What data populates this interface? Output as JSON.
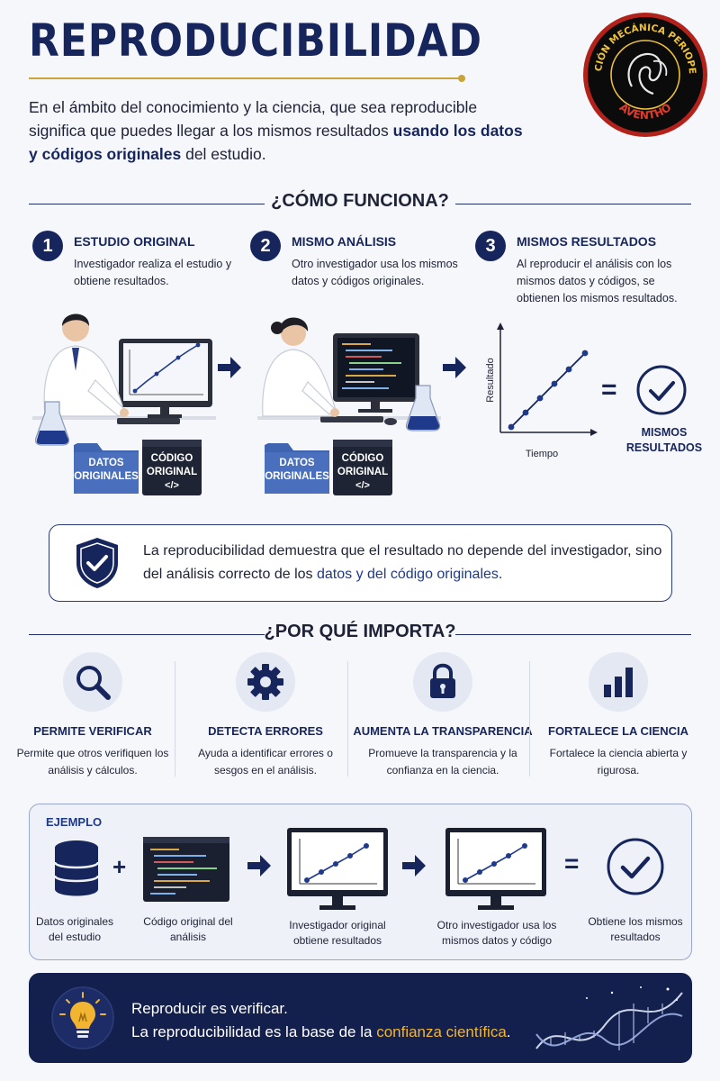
{
  "header": {
    "title": "REPRODUCIBILIDAD",
    "intro_part1": "En el ámbito del conocimiento y la ciencia, que sea reproducible significa que puedes llegar a los mismos resultados ",
    "intro_bold": "usando los datos y códigos originales",
    "intro_part2": " del estudio.",
    "logo_text_top": "VERIFICACIÓN MECÁNICA PERIOPERATORIA",
    "logo_text_bottom": "AVENTHO"
  },
  "how": {
    "heading": "¿CÓMO FUNCIONA?",
    "steps": [
      {
        "num": "1",
        "title": "ESTUDIO ORIGINAL",
        "desc": "Investigador realiza el estudio y obtiene resultados."
      },
      {
        "num": "2",
        "title": "MISMO ANÁLISIS",
        "desc": "Otro investigador usa los mismos datos y códigos originales."
      },
      {
        "num": "3",
        "title": "MISMOS RESULTADOS",
        "desc": "Al reproducir el análisis con los mismos datos y códigos, se obtienen los mismos resultados."
      }
    ],
    "folder1": "DATOS ORIGINALES",
    "code1": "CÓDIGO ORIGINAL",
    "folder2": "DATOS ORIGINALES",
    "code2": "CÓDIGO ORIGINAL",
    "code_symbol": "</>",
    "graph_ylabel": "Resultado",
    "graph_xlabel": "Tiempo",
    "equals": "=",
    "same_results": "MISMOS RESULTADOS"
  },
  "callout": {
    "text_part1": "La reproducibilidad demuestra que el resultado no depende del investigador, sino del análisis correcto de los ",
    "text_highlight": "datos y del código originales",
    "text_part2": "."
  },
  "why": {
    "heading": "¿POR QUÉ IMPORTA?",
    "items": [
      {
        "icon": "magnifier-icon",
        "title": "PERMITE VERIFICAR",
        "desc": "Permite que otros verifiquen los análisis y cálculos."
      },
      {
        "icon": "gear-icon",
        "title": "DETECTA ERRORES",
        "desc": "Ayuda a identificar errores o sesgos en el análisis."
      },
      {
        "icon": "lock-icon",
        "title": "AUMENTA LA TRANSPARENCIA",
        "desc": "Promueve la transparencia y la confianza en la ciencia."
      },
      {
        "icon": "bar-chart-icon",
        "title": "FORTALECE LA CIENCIA",
        "desc": "Fortalece la ciencia abierta y rigurosa."
      }
    ]
  },
  "example": {
    "label": "EJEMPLO",
    "plus": "+",
    "equals": "=",
    "captions": [
      "Datos originales del estudio",
      "Código original del análisis",
      "Investigador original obtiene resultados",
      "Otro investigador usa los mismos datos y código",
      "Obtiene los mismos resultados"
    ]
  },
  "footer": {
    "line1": "Reproducir es verificar.",
    "line2_part1": "La reproducibilidad es la base de la ",
    "line2_highlight": "confianza científica",
    "line2_part2": "."
  },
  "colors": {
    "navy": "#16255c",
    "accent_blue": "#1f3a8a",
    "gold": "#c9a43a",
    "footer_bg": "#13204d",
    "highlight_gold": "#f2b531"
  }
}
